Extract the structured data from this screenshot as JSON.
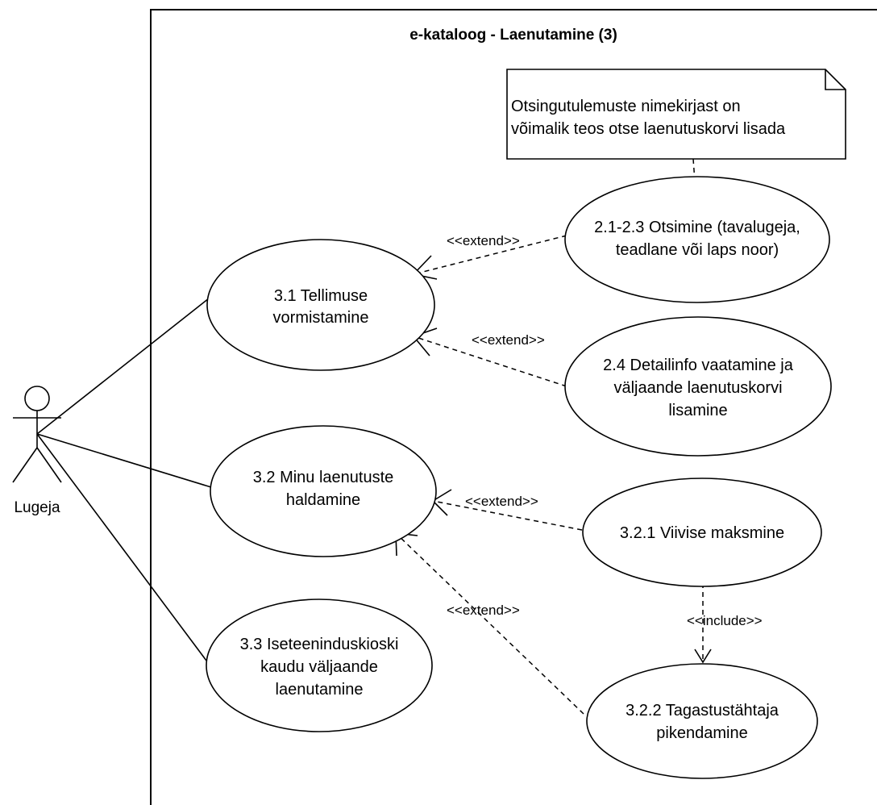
{
  "system": {
    "title": "e-kataloog - Laenutamine (3)"
  },
  "actor": {
    "name": "Lugeja"
  },
  "note": {
    "lines": [
      "Otsingutulemuste nimekirjast on",
      "võimalik teos otse laenutuskorvi lisada"
    ]
  },
  "use_cases": {
    "uc31": {
      "lines": [
        "3.1 Tellimuse",
        "vormistamine"
      ]
    },
    "uc32": {
      "lines": [
        "3.2 Minu laenutuste",
        "haldamine"
      ]
    },
    "uc33": {
      "lines": [
        "3.3 Iseteeninduskioski",
        "kaudu väljaande",
        "laenutamine"
      ]
    },
    "uc21": {
      "lines": [
        "2.1-2.3 Otsimine (tavalugeja,",
        "teadlane või laps noor)"
      ]
    },
    "uc24": {
      "lines": [
        "2.4 Detailinfo vaatamine ja",
        "väljaande laenutuskorvi",
        "lisamine"
      ]
    },
    "uc321": {
      "lines": [
        "3.2.1 Viivise maksmine"
      ]
    },
    "uc322": {
      "lines": [
        "3.2.2 Tagastustähtaja",
        "pikendamine"
      ]
    }
  },
  "relations": {
    "extend1": "<<extend>>",
    "extend2": "<<extend>>",
    "extend3": "<<extend>>",
    "extend4": "<<extend>>",
    "include1": "<<include>>"
  }
}
